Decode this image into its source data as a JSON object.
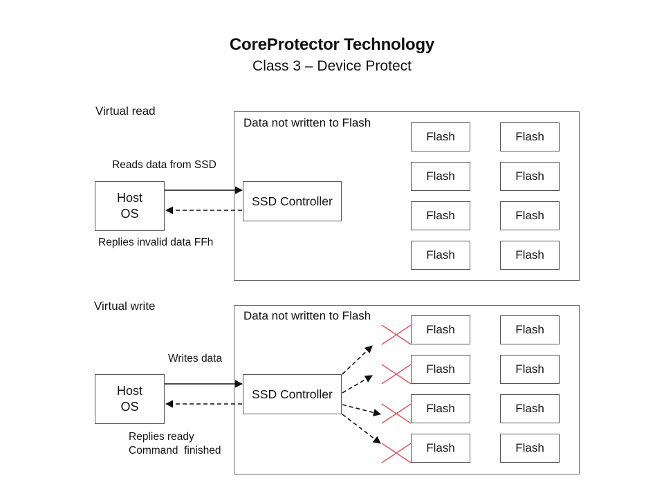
{
  "header": {
    "title": "CoreProtector Technology",
    "subtitle": "Class 3 – Device Protect"
  },
  "sections": [
    {
      "name": "Virtual read",
      "heading": "Virtual read",
      "container_label": "Data not written to Flash",
      "host_line1": "Host",
      "host_line2": "OS",
      "controller": "SSD Controller",
      "request_label": "Reads data from SSD",
      "reply_label_1": "Replies invalid data FFh",
      "reply_label_2": "",
      "flash_label": "Flash",
      "flash_grid": {
        "columns": 2,
        "rows": 4
      },
      "writes_blocked": false
    },
    {
      "name": "Virtual write",
      "heading": "Virtual write",
      "container_label": "Data not written to Flash",
      "host_line1": "Host",
      "host_line2": "OS",
      "controller": "SSD Controller",
      "request_label": "Writes data",
      "reply_label_1": "Replies ready",
      "reply_label_2": "Command  finished",
      "flash_label": "Flash",
      "flash_grid": {
        "columns": 2,
        "rows": 4
      },
      "writes_blocked": true,
      "blocked_marker_color": "#e05560"
    }
  ],
  "colors": {
    "box_border": "#555555",
    "arrow": "#111111",
    "blocked_x": "#e05560"
  }
}
